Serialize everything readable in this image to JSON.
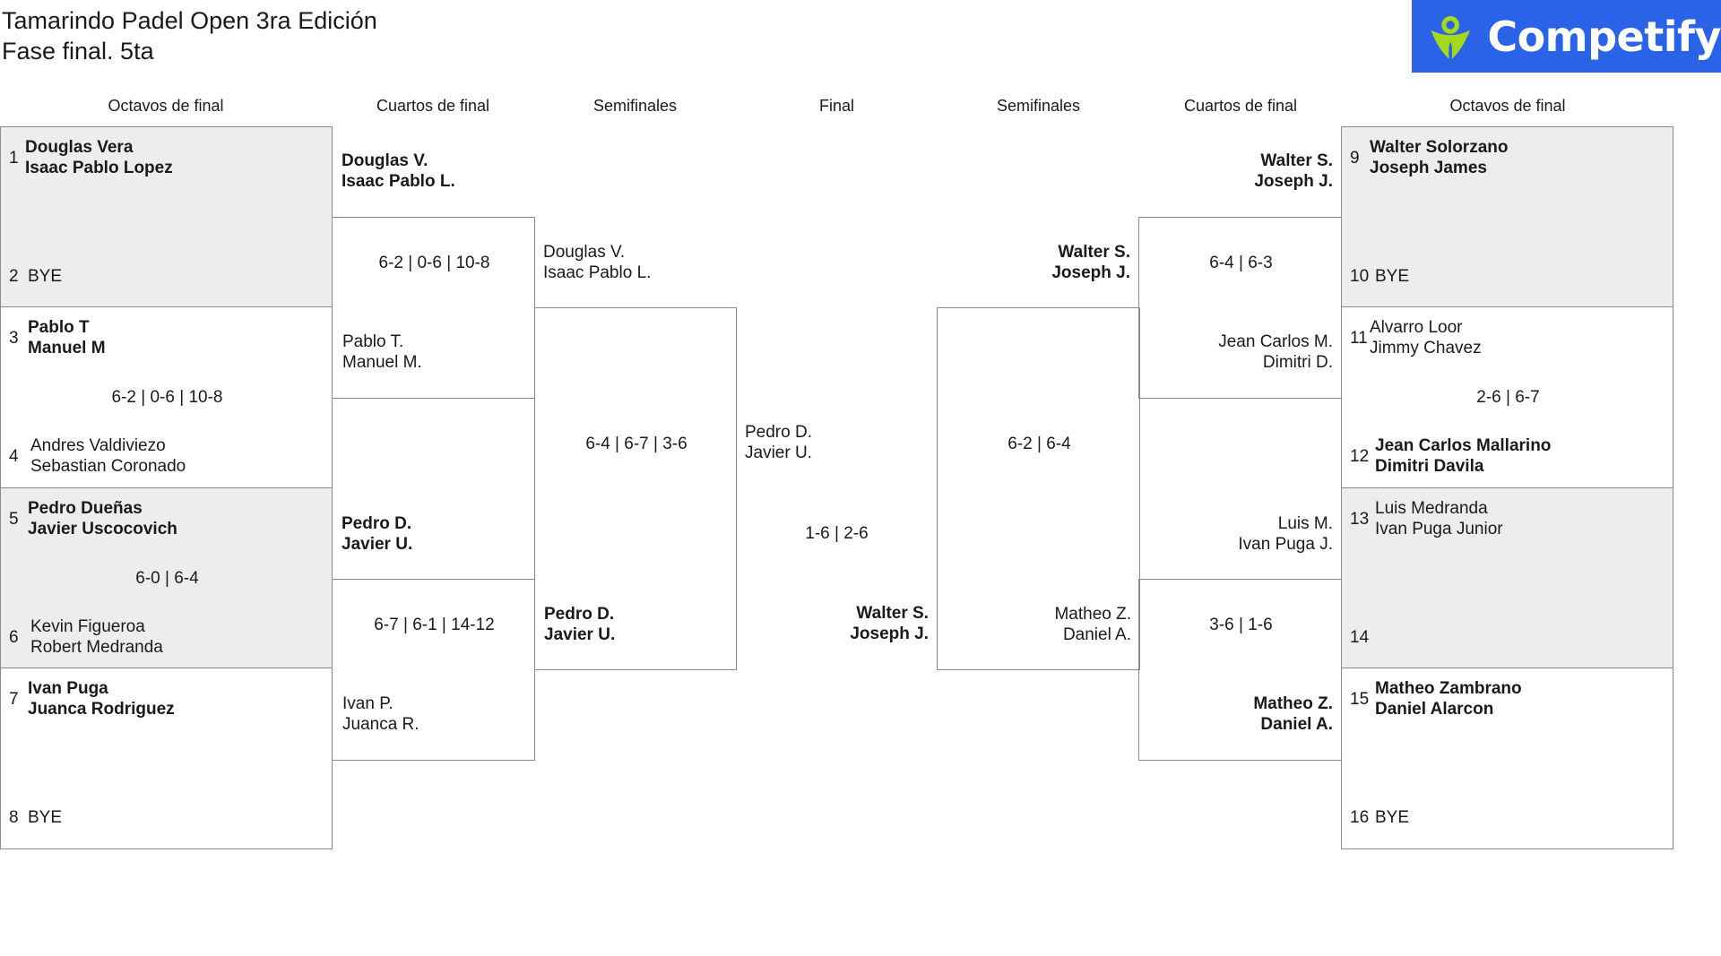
{
  "header": {
    "title": "Tamarindo Padel Open 3ra Edición",
    "subtitle": "Fase final. 5ta",
    "logo_text": "Competify",
    "logo_color": "#2b63e8",
    "logo_accent": "#a6d81c"
  },
  "rounds": {
    "r16_left": "Octavos de final",
    "qf_left": "Cuartos de final",
    "sf_left": "Semifinales",
    "final": "Final",
    "sf_right": "Semifinales",
    "qf_right": "Cuartos de final",
    "r16_right": "Octavos de final"
  },
  "r16_left": [
    {
      "seed_a": "1",
      "a1": "Douglas Vera",
      "a2": "Isaac Pablo Lopez",
      "seed_b": "2",
      "b1": "BYE",
      "b2": "",
      "score": ""
    },
    {
      "seed_a": "3",
      "a1": "Pablo T",
      "a2": "Manuel M",
      "seed_b": "4",
      "b1": "Andres Valdiviezo",
      "b2": "Sebastian Coronado",
      "score": "6-2 | 0-6 | 10-8"
    },
    {
      "seed_a": "5",
      "a1": "Pedro Dueñas",
      "a2": "Javier Uscocovich",
      "seed_b": "6",
      "b1": "Kevin Figueroa",
      "b2": "Robert Medranda",
      "score": "6-0 | 6-4"
    },
    {
      "seed_a": "7",
      "a1": "Ivan Puga",
      "a2": "Juanca Rodriguez",
      "seed_b": "8",
      "b1": "BYE",
      "b2": "",
      "score": ""
    }
  ],
  "qf_left": [
    {
      "a1": "Douglas V.",
      "a2": "Isaac Pablo L.",
      "score": "6-2 | 0-6 | 10-8",
      "b1": "Pablo T.",
      "b2": "Manuel M."
    },
    {
      "a1": "Pedro D.",
      "a2": "Javier U.",
      "score": "6-7 | 6-1 | 14-12",
      "b1": "Ivan P.",
      "b2": "Juanca R."
    }
  ],
  "sf_left": {
    "a1": "Douglas V.",
    "a2": "Isaac Pablo L.",
    "score": "6-4 | 6-7 | 3-6",
    "b1": "Pedro D.",
    "b2": "Javier U."
  },
  "final": {
    "a1": "Pedro D.",
    "a2": "Javier U.",
    "score": "1-6 | 2-6",
    "b1": "Walter S.",
    "b2": "Joseph J."
  },
  "sf_right": {
    "a1": "Walter S.",
    "a2": "Joseph J.",
    "score": "6-2 | 6-4",
    "b1": "Matheo Z.",
    "b2": "Daniel A."
  },
  "qf_right": [
    {
      "a1": "Walter S.",
      "a2": "Joseph J.",
      "score": "6-4 | 6-3",
      "b1": "Jean Carlos M.",
      "b2": "Dimitri D."
    },
    {
      "a1": "Luis M.",
      "a2": "Ivan Puga J.",
      "score": "3-6 | 1-6",
      "b1": "Matheo Z.",
      "b2": "Daniel A."
    }
  ],
  "r16_right": [
    {
      "seed_a": "9",
      "a1": "Walter Solorzano",
      "a2": "Joseph James",
      "seed_b": "10",
      "b1": "BYE",
      "b2": "",
      "score": ""
    },
    {
      "seed_a": "11",
      "a1": "Alvarro Loor",
      "a2": "Jimmy Chavez",
      "seed_b": "12",
      "b1": "Jean Carlos Mallarino",
      "b2": "Dimitri Davila",
      "score": "2-6 | 6-7"
    },
    {
      "seed_a": "13",
      "a1": "Luis Medranda",
      "a2": "Ivan Puga Junior",
      "seed_b": "14",
      "b1": "",
      "b2": "",
      "score": ""
    },
    {
      "seed_a": "15",
      "a1": "Matheo Zambrano",
      "a2": "Daniel Alarcon",
      "seed_b": "16",
      "b1": "BYE",
      "b2": "",
      "score": ""
    }
  ]
}
